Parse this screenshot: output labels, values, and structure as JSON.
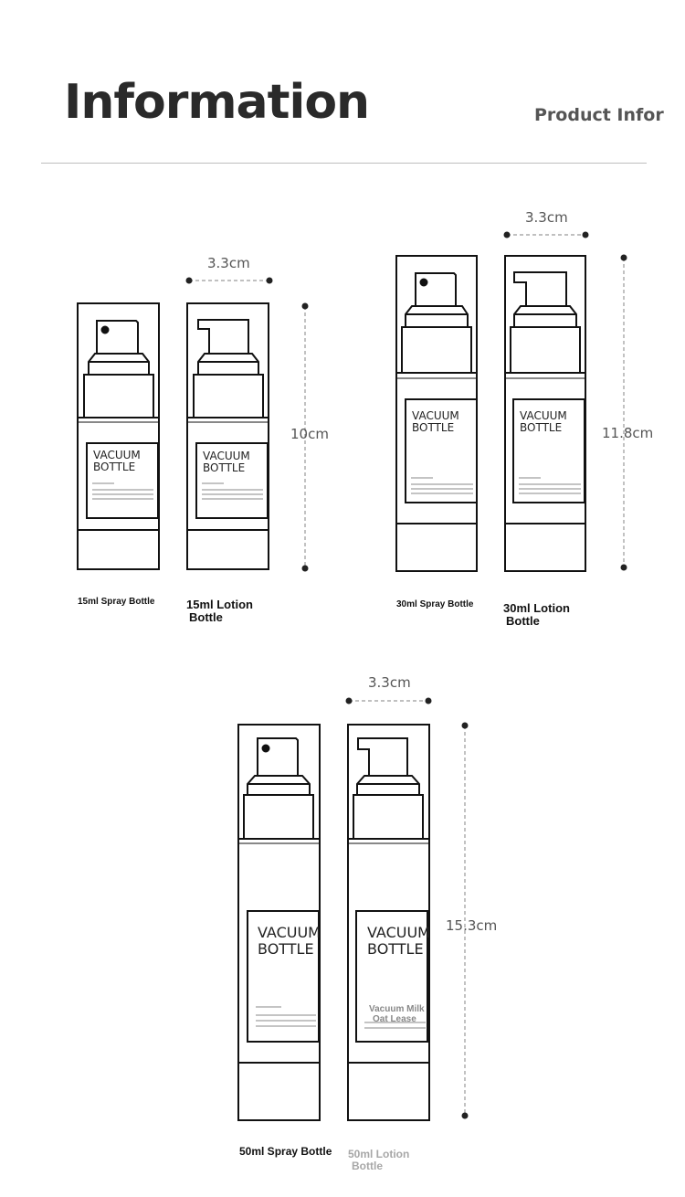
{
  "header": {
    "title": "Information",
    "subtitle": "Product Infor"
  },
  "bottle_text": {
    "line1": "VACUUM",
    "line2": "BOTTLE"
  },
  "groups": [
    {
      "size_label": "15ml",
      "width": "3.3cm",
      "height": "10cm",
      "spray_caption": "15ml Spray Bottle",
      "lotion_caption_1": "15ml Lotion",
      "lotion_caption_2": "Bottle"
    },
    {
      "size_label": "30ml",
      "width": "3.3cm",
      "height": "11.8cm",
      "spray_caption": "30ml Spray Bottle",
      "lotion_caption_1": "30ml Lotion",
      "lotion_caption_2": "Bottle"
    },
    {
      "size_label": "50ml",
      "width": "3.3cm",
      "height": "15.3cm",
      "spray_caption": "50ml Spray Bottle",
      "lotion_caption_1": "50ml Lotion",
      "lotion_caption_2": "Bottle",
      "overlay_1": "Vacuum Milk",
      "overlay_2": "Oat Lease"
    }
  ]
}
